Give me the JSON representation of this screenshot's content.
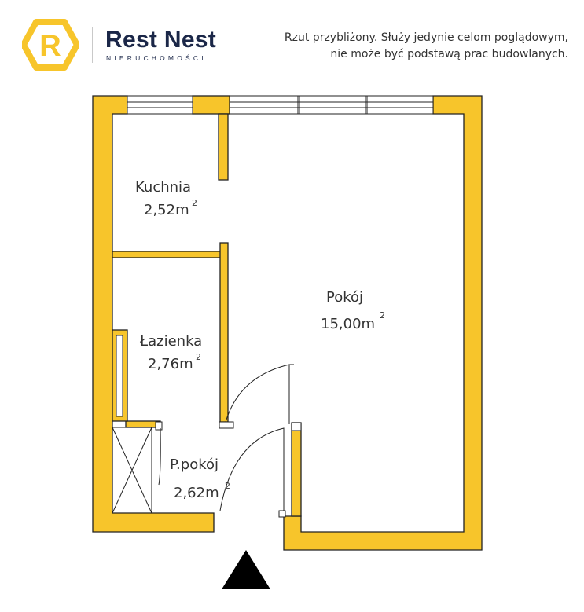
{
  "header": {
    "brand_name": "Rest Nest",
    "brand_subtitle": "NIERUCHOMOŚCI",
    "logo_letter": "R",
    "disclaimer_line1": "Rzut przybliżony. Służy jedynie celom poglądowym,",
    "disclaimer_line2": "nie może być podstawą prac budowlanych."
  },
  "rooms": {
    "kitchen": {
      "name": "Kuchnia",
      "area": "2,52m",
      "unit_exp": "2"
    },
    "bathroom": {
      "name": "Łazienka",
      "area": "2,76m",
      "unit_exp": "2"
    },
    "hall": {
      "name": "P.pokój",
      "area": "2,62m",
      "unit_exp": "2"
    },
    "living": {
      "name": "Pokój",
      "area": "15,00m",
      "unit_exp": "2"
    }
  },
  "colors": {
    "wall": "#f7c52b",
    "wall_outline": "#222222",
    "brand": "#1b2748",
    "logo_yellow": "#f7c52b"
  },
  "icons": {
    "entrance": "entrance-arrow-icon",
    "logo": "rest-nest-logo-icon"
  }
}
